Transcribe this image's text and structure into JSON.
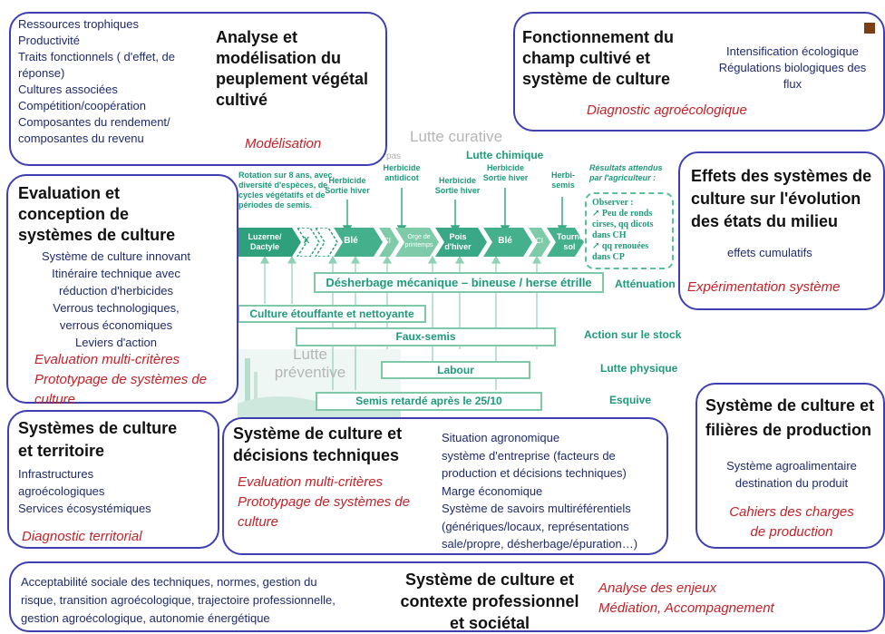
{
  "boxes": {
    "analyse": {
      "heading": "Analyse et\nmodélisation du\npeuplement végétal\ncultivé",
      "items": "Ressources trophiques\nProductivité\nTraits fonctionnels ( d'effet, de\nréponse)\nCultures associées\nCompétition/coopération\nComposantes du rendement/\ncomposantes du revenu",
      "method": "Modélisation"
    },
    "fonctionnement": {
      "heading": "Fonctionnement du\nchamp cultivé et\nsystème de culture",
      "items": "Intensification écologique\nRégulations biologiques des\nflux",
      "method": "Diagnostic agroécologique"
    },
    "evaluation": {
      "heading": "Evaluation et\nconception de\nsystèmes de culture",
      "items": "Système de culture innovant\nItinéraire technique avec\nréduction d'herbicides\nVerrous technologiques,\nverrous économiques\nLeviers d'action",
      "method": "Evaluation multi-critères\nPrototypage de systèmes de\nculture"
    },
    "effets": {
      "heading": "Effets des systèmes de\nculture sur l'évolution\ndes états du milieu",
      "items": "effets cumulatifs",
      "method": "Expérimentation système"
    },
    "territoire": {
      "heading": "Systèmes de culture\net territoire",
      "items": "Infrastructures\nagroécologiques\nServices écosystémiques",
      "method": "Diagnostic territorial"
    },
    "decisions": {
      "heading": "Système de culture et\ndécisions techniques",
      "method": "Evaluation multi-critères\nPrototypage de systèmes de\nculture",
      "items": "Situation agronomique\nsystème d'entreprise (facteurs de\nproduction et décisions techniques)\nMarge économique\nSystème de savoirs multiréférentiels\n(génériques/locaux, représentations\nsale/propre, désherbage/épuration…)"
    },
    "filieres": {
      "heading": "Système de culture et\nfilières de production",
      "items": "Système agroalimentaire\ndestination du produit",
      "method": "Cahiers des charges\nde production"
    },
    "contexte": {
      "items": "Acceptabilité sociale des techniques, normes, gestion du\nrisque, transition agroécologique, trajectoire professionnelle,\ngestion agroécologique, autonomie énergétique",
      "heading": "Système de culture et\ncontexte  professionnel\net sociétal",
      "method": "Analyse des enjeux\nMédiation, Accompagnement"
    }
  },
  "center": {
    "lutte_curative": "Lutte curative",
    "lutte_chimique": "Lutte chimique",
    "lutte_preventive": "Lutte\npréventive",
    "rotation_note": "Rotation sur 8 ans, avec\ndiversité d'espèces, de\ncycles végétatifs et de\npériodes de semis.",
    "herbicides": [
      "Herbicide\nSortie hiver",
      "Herbicide\nantidicot",
      "Herbicide\nSortie hiver",
      "Herbicide\nSortie hiver",
      "Herbi-semis"
    ],
    "pas": "pas",
    "resultats": "Résultats attendus\npar l'agriculteur :",
    "observer": "Observer :\n↗ Peu de ronds\ncirses, qq dicots\ndans CH\n↗ qq renouées\ndans CP",
    "crops": [
      "Luzerne/\nDactyle",
      "X",
      "Blé",
      "CI",
      "Orge de\nprintemps",
      "Pois\nd'hiver",
      "Blé",
      "CI",
      "Tourne\nsol"
    ],
    "bars": {
      "desherbage": "Désherbage mécanique – bineuse / herse étrille",
      "culture": "Culture étouffante et nettoyante",
      "fauxsemis": "Faux-semis",
      "labour": "Labour",
      "semis": "Semis retardé après le 25/10"
    },
    "side_labels": {
      "attenuation": "Atténuation",
      "stock": "Action sur le stock",
      "physique": "Lutte physique",
      "esquive": "Esquive"
    }
  },
  "colors": {
    "border": "#3e3fb0",
    "heading": "#111111",
    "text": "#1f2b6b",
    "method": "#c0242a",
    "green": "#1e9a7c",
    "square": "#7b3f16"
  }
}
